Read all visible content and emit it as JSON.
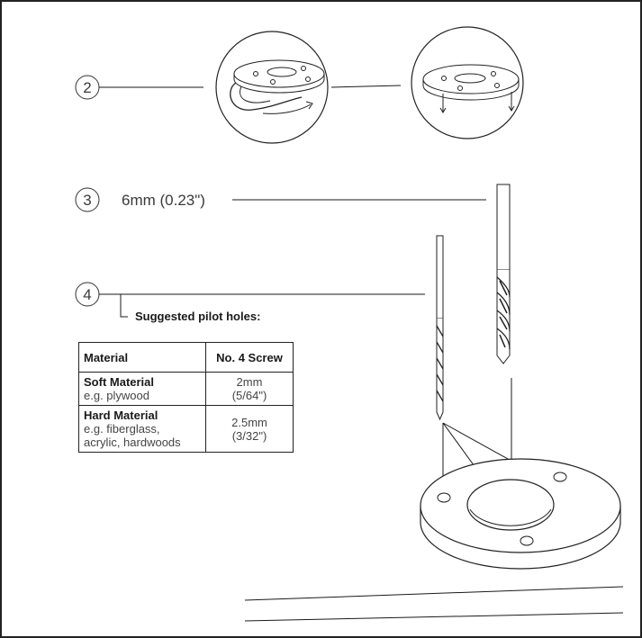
{
  "steps": {
    "step2": {
      "number": "2"
    },
    "step3": {
      "number": "3",
      "label": "6mm (0.23\")"
    },
    "step4": {
      "number": "4"
    }
  },
  "pilot_table": {
    "title": "Suggested pilot holes:",
    "headers": [
      "Material",
      "No. 4 Screw"
    ],
    "rows": [
      {
        "material": "Soft Material",
        "example": "e.g. plywood",
        "value_line1": "2mm",
        "value_line2": "(5/64\")"
      },
      {
        "material": "Hard Material",
        "example_line1": "e.g. fiberglass,",
        "example_line2": "acrylic, hardwoods",
        "value_line1": "2.5mm",
        "value_line2": "(3/32\")"
      }
    ]
  },
  "colors": {
    "line": "#1a1a1a",
    "frame": "#222222"
  }
}
